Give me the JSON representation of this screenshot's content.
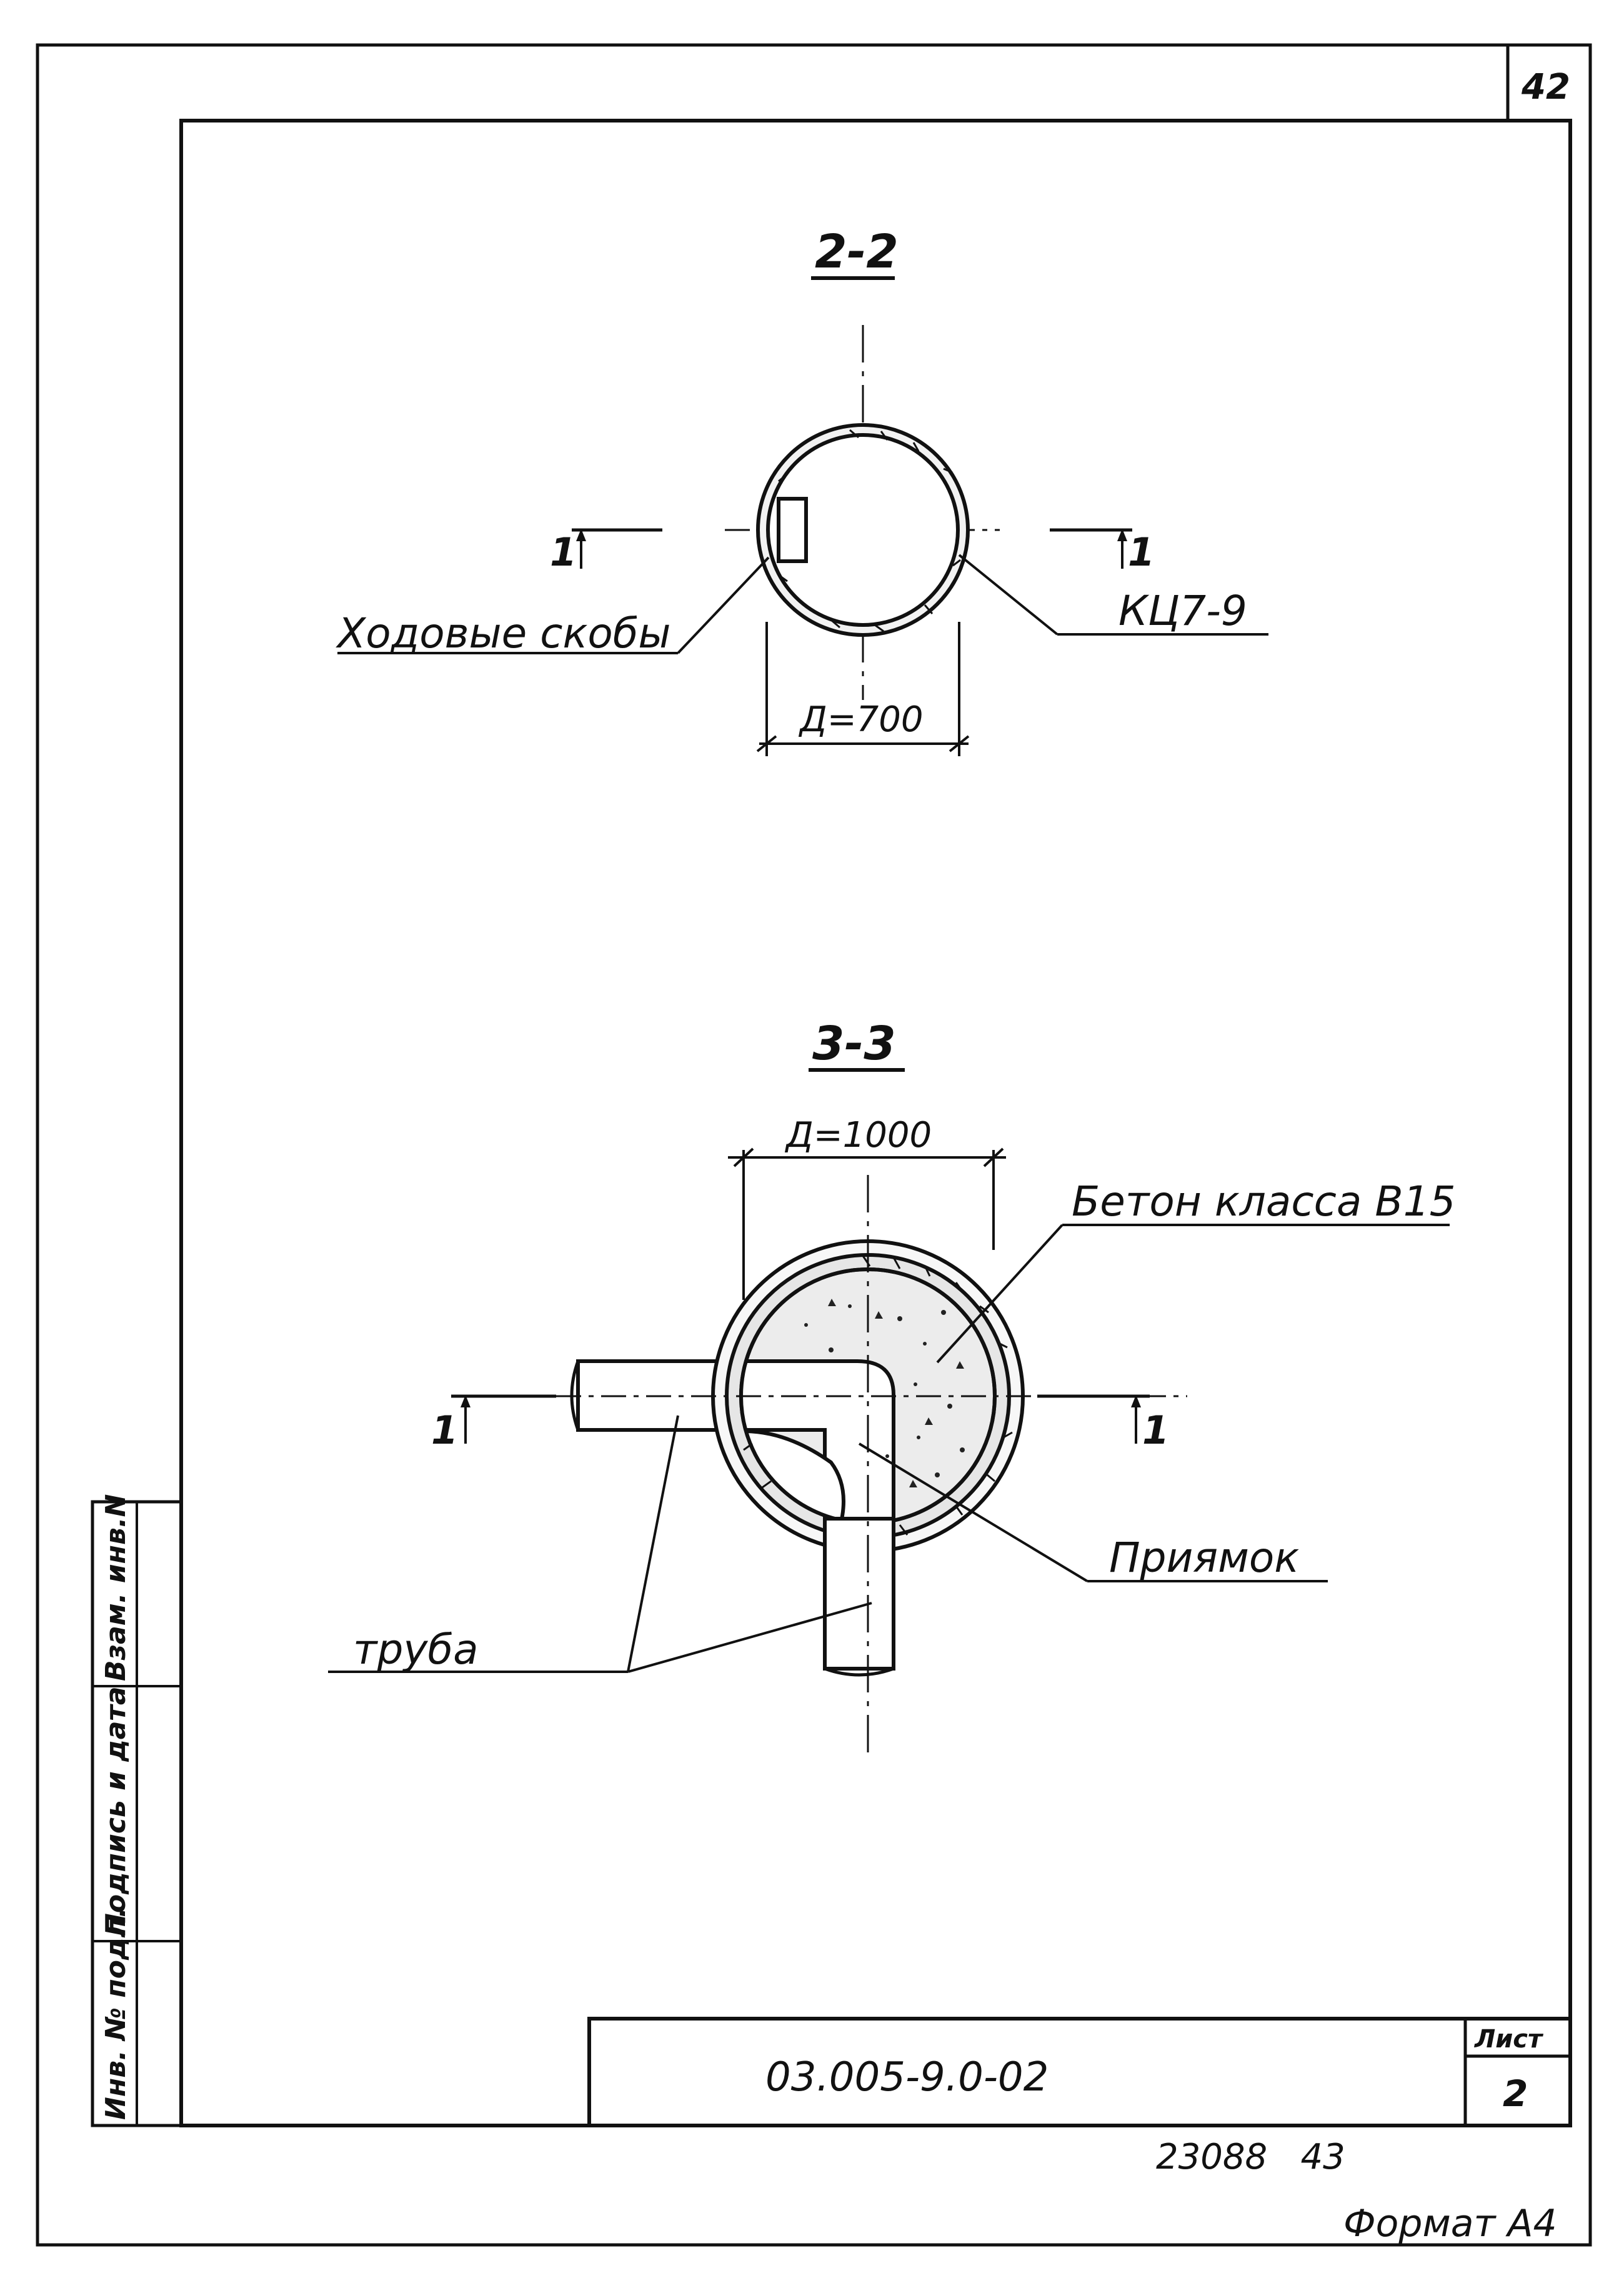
{
  "sheet": {
    "corner_number": "42",
    "bottom_numbers": "23088   43",
    "format_label": "Формат А4"
  },
  "side_stamp": {
    "inv_original": "Инв. № подл.",
    "signature_date": "Подпись и дата",
    "replace_inv": "Взам. инв.N"
  },
  "section_2_2": {
    "title": "2-2",
    "cut_left": "1",
    "cut_right": "1",
    "label_steps": "Ходовые скобы",
    "label_ring": "КЦ7-9",
    "dimension": "Д=700"
  },
  "section_3_3": {
    "title": "3-3",
    "dimension": "Д=1000",
    "label_concrete": "Бетон класса В15",
    "label_pit": "Приямок",
    "label_pipe": "труба",
    "cut_left": "1",
    "cut_right": "1"
  },
  "title_block": {
    "document_code": "03.005-9.0-02",
    "sheet_label": "Лист",
    "sheet_number": "2"
  }
}
